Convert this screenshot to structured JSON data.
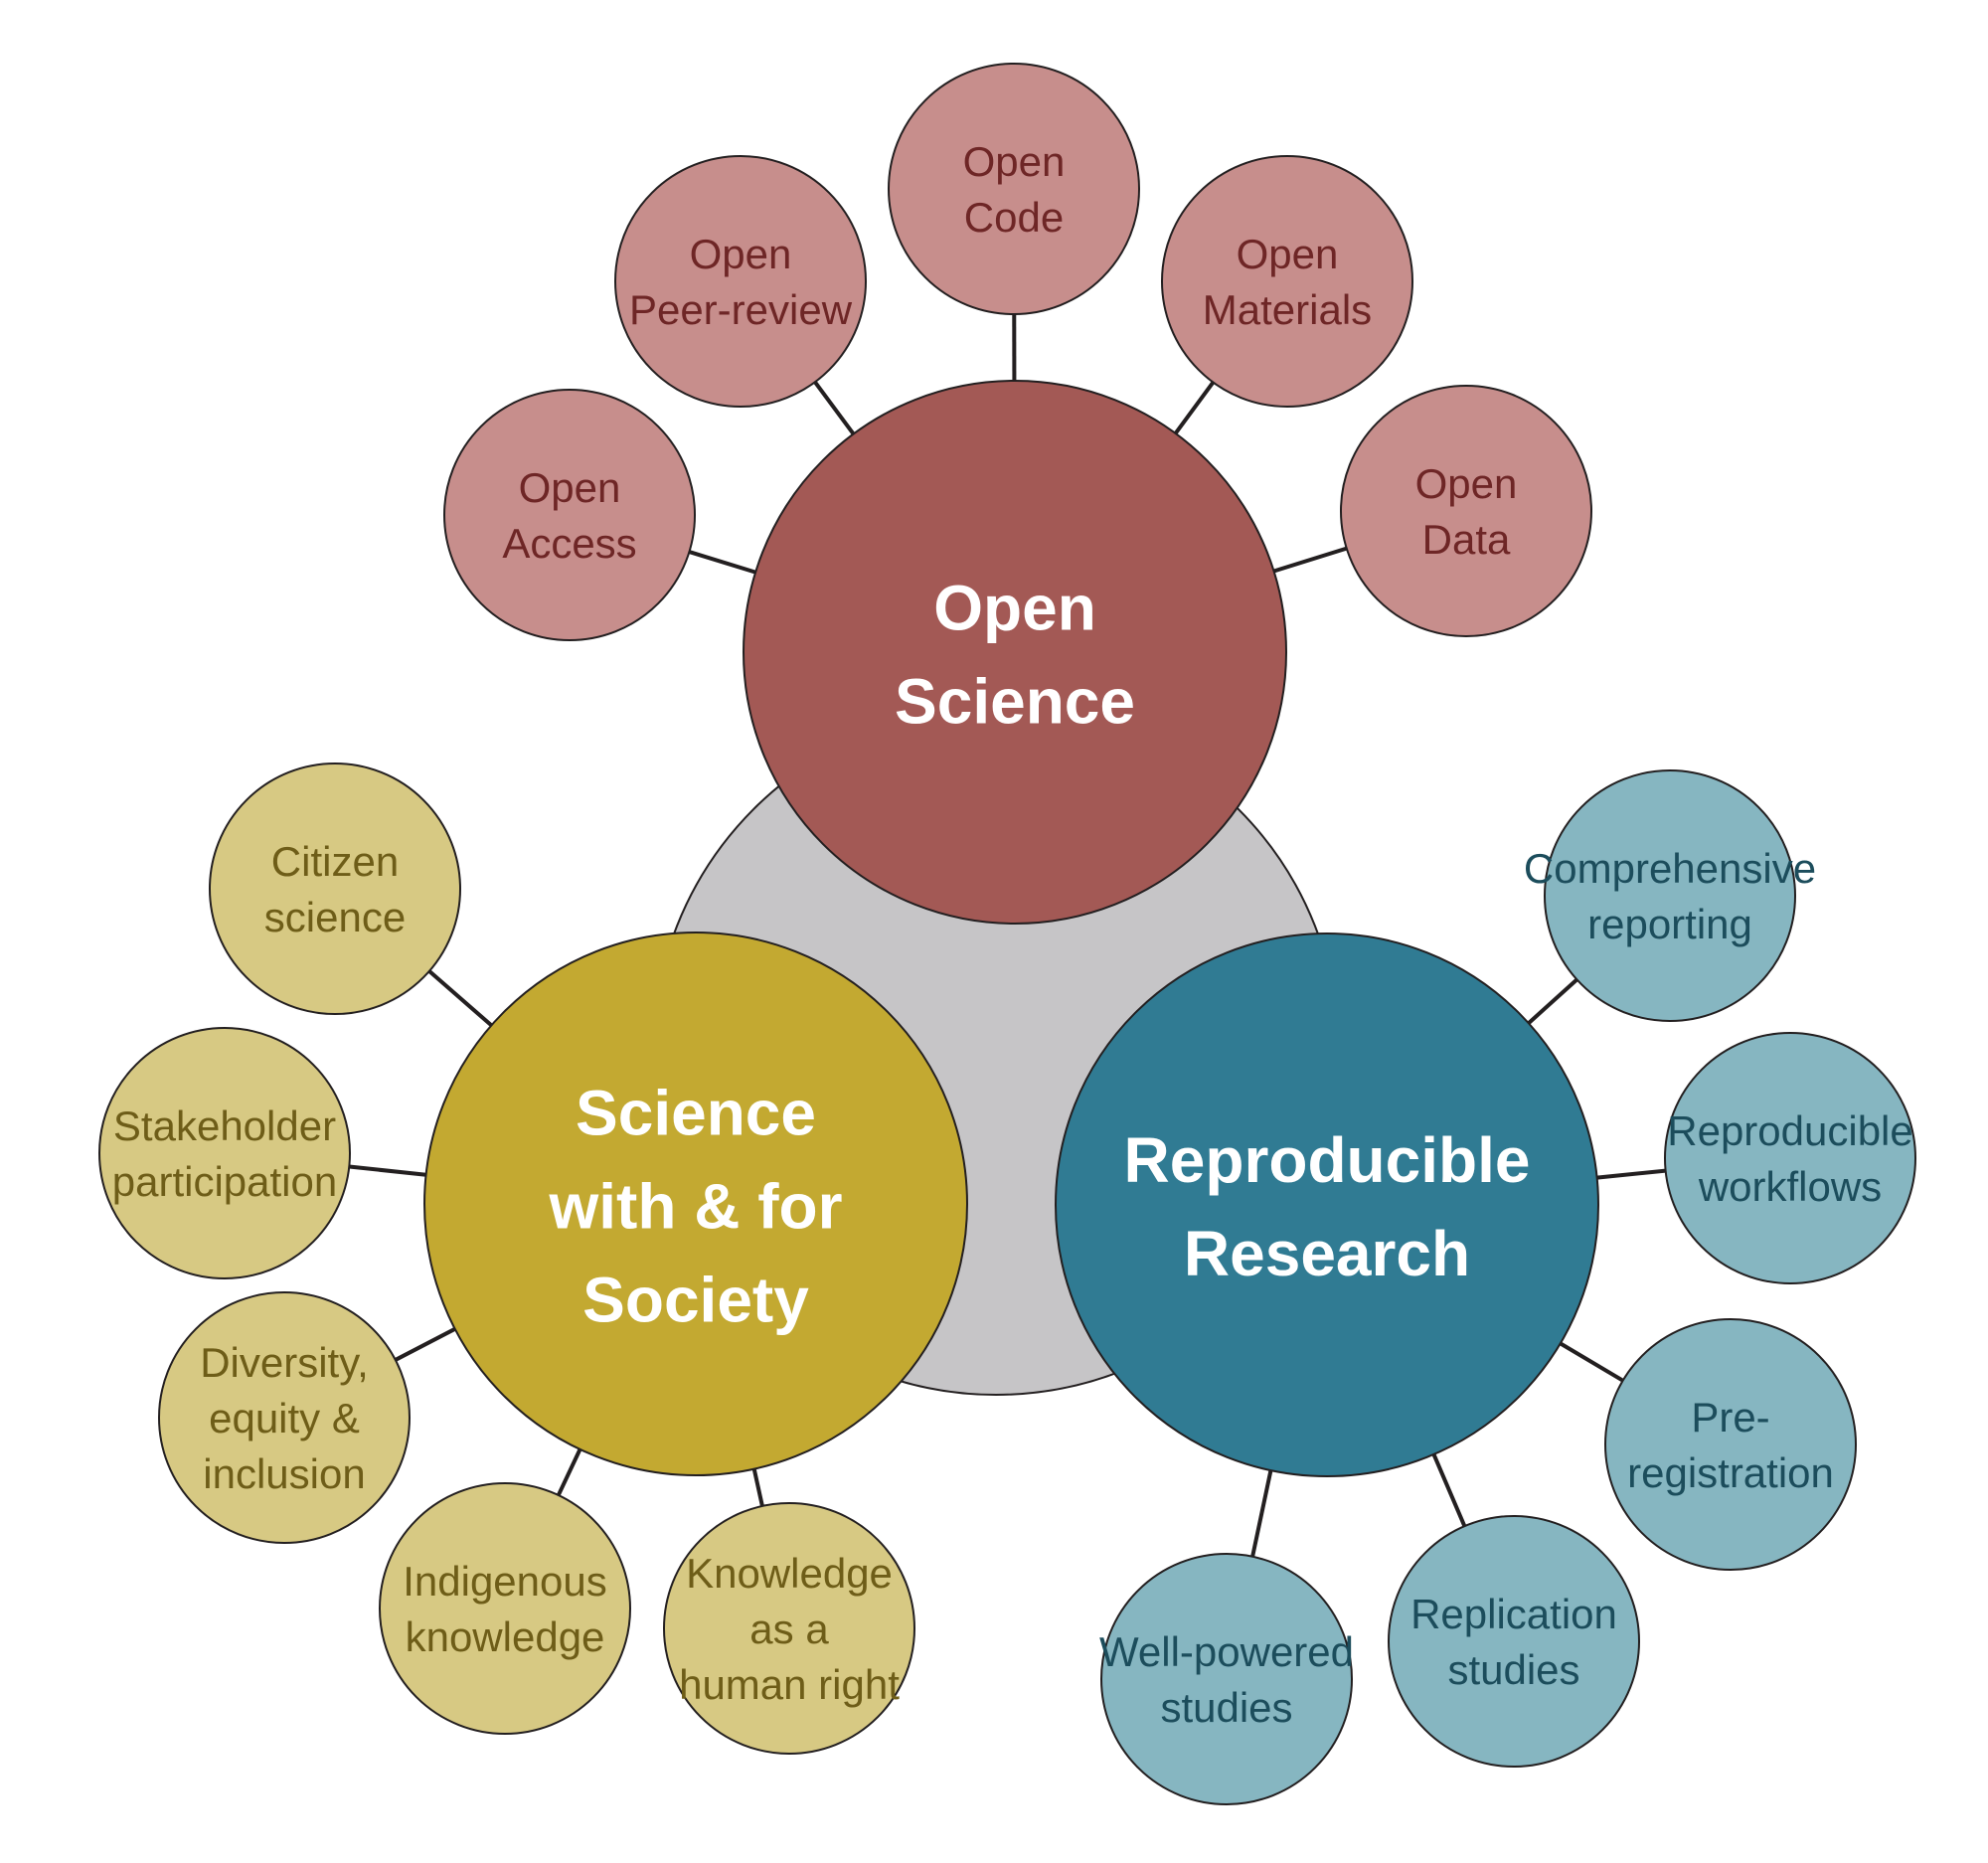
{
  "colors": {
    "center_disc": "#c6c5c7",
    "outline": "#231f20",
    "connector": "#231f20",
    "open_science_main": "#a35955",
    "open_science_sub": "#c78e8c",
    "open_science_text": "#6e2626",
    "society_main": "#c3a931",
    "society_sub": "#d7c983",
    "society_text": "#6e5d18",
    "reproducible_main": "#307b93",
    "reproducible_sub": "#86b6c1",
    "reproducible_text": "#1c4d5c",
    "main_text": "#ffffff"
  },
  "clusters": {
    "open_science": {
      "label_lines": [
        "Open",
        "Science"
      ],
      "items": [
        {
          "id": "open-access",
          "lines": [
            "Open",
            "Access"
          ]
        },
        {
          "id": "open-peer-review",
          "lines": [
            "Open",
            "Peer-review"
          ]
        },
        {
          "id": "open-code",
          "lines": [
            "Open",
            "Code"
          ]
        },
        {
          "id": "open-materials",
          "lines": [
            "Open",
            "Materials"
          ]
        },
        {
          "id": "open-data",
          "lines": [
            "Open",
            "Data"
          ]
        }
      ]
    },
    "society": {
      "label_lines": [
        "Science",
        "with & for",
        "Society"
      ],
      "items": [
        {
          "id": "citizen-science",
          "lines": [
            "Citizen",
            "science"
          ]
        },
        {
          "id": "stakeholder-participation",
          "lines": [
            "Stakeholder",
            "participation"
          ]
        },
        {
          "id": "diversity-equity-inclusion",
          "lines": [
            "Diversity,",
            "equity &",
            "inclusion"
          ]
        },
        {
          "id": "indigenous-knowledge",
          "lines": [
            "Indigenous",
            "knowledge"
          ]
        },
        {
          "id": "knowledge-human-right",
          "lines": [
            "Knowledge",
            "as a",
            "human right"
          ]
        }
      ]
    },
    "reproducible": {
      "label_lines": [
        "Reproducible",
        "Research"
      ],
      "items": [
        {
          "id": "comprehensive-reporting",
          "lines": [
            "Comprehensive",
            "reporting"
          ]
        },
        {
          "id": "reproducible-workflows",
          "lines": [
            "Reproducible",
            "workflows"
          ]
        },
        {
          "id": "pre-registration",
          "lines": [
            "Pre-",
            "registration"
          ]
        },
        {
          "id": "replication-studies",
          "lines": [
            "Replication",
            "studies"
          ]
        },
        {
          "id": "well-powered-studies",
          "lines": [
            "Well-powered",
            "studies"
          ]
        }
      ]
    }
  }
}
